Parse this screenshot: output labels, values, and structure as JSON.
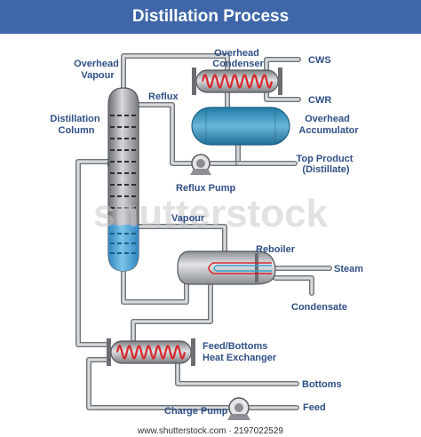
{
  "title": "Distillation Process",
  "labels": {
    "overhead_vapour": [
      "Overhead",
      "Vapour"
    ],
    "overhead_condenser": [
      "Overhead",
      "Condenser"
    ],
    "cws": "CWS",
    "cwr": "CWR",
    "reflux": "Reflux",
    "distillation_column": [
      "Distillation",
      "Column"
    ],
    "overhead_accumulator": [
      "Overhead",
      "Accumulator"
    ],
    "top_product": [
      "Top Product",
      "(Distillate)"
    ],
    "reflux_pump": "Reflux Pump",
    "vapour": "Vapour",
    "reboiler": "Reboiler",
    "steam": "Steam",
    "condensate": "Condensate",
    "feed_bottoms_hx": [
      "Feed/Bottoms",
      "Heat Exchanger"
    ],
    "bottoms": "Bottoms",
    "charge_pump": "Charge Pump",
    "feed": "Feed"
  },
  "watermark": "shutterstock",
  "footer": "www.shutterstock.com · 2197022529",
  "colors": {
    "title_bg": "#3f66a8",
    "label": "#2f4f86",
    "coil": "#d9262a",
    "liquid": "#3a9fd6",
    "accumulator_liquid": "#2e8bb8",
    "pipe": "#6f7478"
  }
}
